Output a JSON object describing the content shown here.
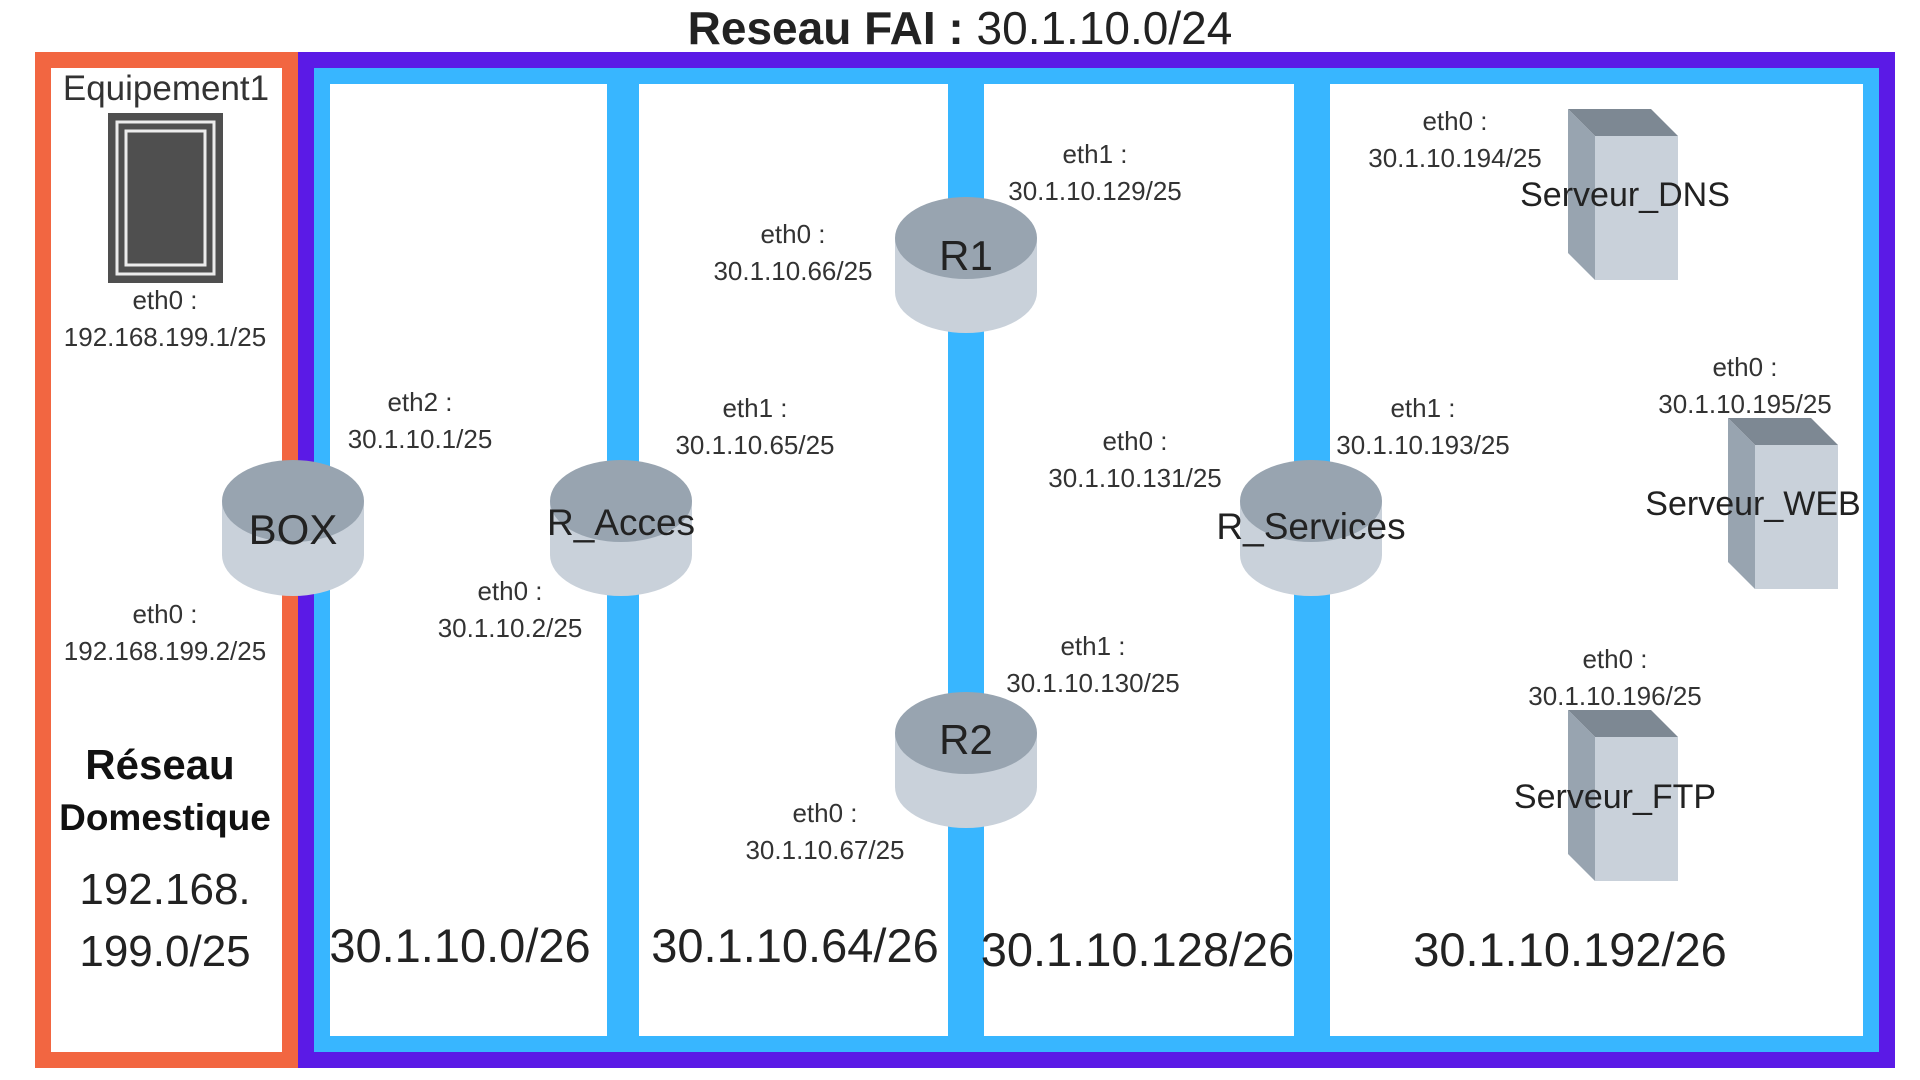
{
  "title": {
    "bold": "Reseau FAI :",
    "network": "30.1.10.0/24"
  },
  "home_network": {
    "device_label": "Equipement1",
    "device_iface_name": "eth0 :",
    "device_iface_ip": "192.168.199.1/25",
    "box_iface_name": "eth0 :",
    "box_iface_ip": "192.168.199.2/25",
    "title_line1": "Réseau",
    "title_line2": "Domestique",
    "subnet_line1": "192.168.",
    "subnet_line2": "199.0/25"
  },
  "routers": {
    "box": {
      "name": "BOX",
      "eth2_name": "eth2 :",
      "eth2_ip": "30.1.10.1/25"
    },
    "r_acces": {
      "name": "R_Acces",
      "eth0_name": "eth0 :",
      "eth0_ip": "30.1.10.2/25",
      "eth1_name": "eth1 :",
      "eth1_ip": "30.1.10.65/25"
    },
    "r1": {
      "name": "R1",
      "eth0_name": "eth0 :",
      "eth0_ip": "30.1.10.66/25",
      "eth1_name": "eth1 :",
      "eth1_ip": "30.1.10.129/25"
    },
    "r2": {
      "name": "R2",
      "eth0_name": "eth0 :",
      "eth0_ip": "30.1.10.67/25",
      "eth1_name": "eth1 :",
      "eth1_ip": "30.1.10.130/25"
    },
    "r_services": {
      "name": "R_Services",
      "eth0_name": "eth0 :",
      "eth0_ip": "30.1.10.131/25",
      "eth1_name": "eth1 :",
      "eth1_ip": "30.1.10.193/25"
    }
  },
  "servers": {
    "dns": {
      "name": "Serveur_DNS",
      "eth0_name": "eth0 :",
      "eth0_ip": "30.1.10.194/25"
    },
    "web": {
      "name": "Serveur_WEB",
      "eth0_name": "eth0 :",
      "eth0_ip": "30.1.10.195/25"
    },
    "ftp": {
      "name": "Serveur_FTP",
      "eth0_name": "eth0 :",
      "eth0_ip": "30.1.10.196/25"
    }
  },
  "subnets": {
    "s1": "30.1.10.0/26",
    "s2": "30.1.10.64/26",
    "s3": "30.1.10.128/26",
    "s4": "30.1.10.192/26"
  },
  "colors": {
    "home_border": "#f26641",
    "isp_border": "#5b1ae6",
    "link_blue": "#38b6ff",
    "router_top": "#98a4b0",
    "router_body": "#c9d1da",
    "server_front": "#c9d1da",
    "server_side": "#98a4b0",
    "server_top": "#7d8893",
    "device_dark": "#4f4f4f"
  }
}
